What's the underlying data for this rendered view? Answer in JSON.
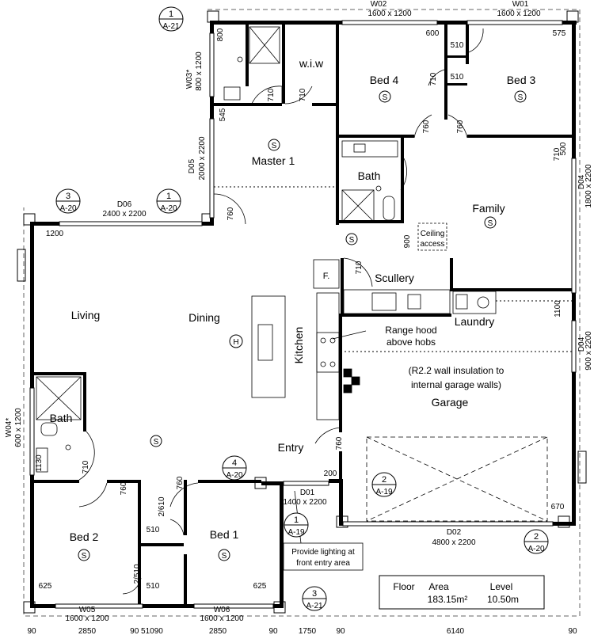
{
  "rooms": {
    "wiw": "w.i.w",
    "bed4": "Bed 4",
    "bed3": "Bed 3",
    "master": "Master 1",
    "bath_upper": "Bath",
    "family": "Family",
    "ceiling_access": [
      "Ceiling",
      "access"
    ],
    "fridge": "F.",
    "scullery": "Scullery",
    "living": "Living",
    "dining": "Dining",
    "kitchen": "Kitchen",
    "laundry": "Laundry",
    "garage": "Garage",
    "bath_lower": "Bath",
    "entry": "Entry",
    "bed2": "Bed 2",
    "bed1": "Bed 1"
  },
  "notes": {
    "range_hood": [
      "Range hood",
      "above hobs"
    ],
    "insulation": [
      "(R2.2 wall insulation to",
      "internal garage walls)"
    ],
    "lighting": [
      "Provide lighting at",
      "front entry area"
    ]
  },
  "openings": {
    "w02": [
      "W02",
      "1600 x 1200"
    ],
    "w01": [
      "W01",
      "1600 x 1200"
    ],
    "w03": [
      "W03*",
      "800 x 1200"
    ],
    "d05": [
      "D05",
      "2000 x 2200"
    ],
    "d06": [
      "D06",
      "2400 x 2200"
    ],
    "d04": [
      "D04",
      "1800 x 2200"
    ],
    "d04a": [
      "D04",
      "900 x 2200"
    ],
    "w04": [
      "W04*",
      "600 x 1200"
    ],
    "d01": [
      "D01",
      "1400 x 2200"
    ],
    "d02": [
      "D02",
      "4800 x 2200"
    ],
    "w05": [
      "W05",
      "1600 x 1200"
    ],
    "w06": [
      "W06",
      "1600 x 1200"
    ]
  },
  "dimensions": {
    "d800": "800",
    "d600": "600",
    "d510a": "510",
    "d575": "575",
    "d510b": "510",
    "d710a": "710",
    "d710b": "710",
    "d545": "545",
    "d760a": "760",
    "d760b": "760",
    "d710c": "710",
    "d500": "500",
    "d760c": "760",
    "d1200": "1200",
    "d900": "900",
    "d710d": "710",
    "d1100": "1100",
    "d760d": "760",
    "d710e": "710",
    "d760e": "760",
    "d760f": "760",
    "d200": "200",
    "d670": "670",
    "d2610": "2/610",
    "d510c": "510",
    "d2510": "2/510",
    "d510d": "510",
    "d625a": "625",
    "d625b": "625",
    "d1130": "1130"
  },
  "section_tags": [
    {
      "num": "1",
      "ref": "A-21"
    },
    {
      "num": "3",
      "ref": "A-20"
    },
    {
      "num": "1",
      "ref": "A-20"
    },
    {
      "num": "4",
      "ref": "A-20"
    },
    {
      "num": "2",
      "ref": "A-19"
    },
    {
      "num": "1",
      "ref": "A-19"
    },
    {
      "num": "2",
      "ref": "A-20"
    },
    {
      "num": "3",
      "ref": "A-21"
    }
  ],
  "symbols": {
    "smoke": "S",
    "heater": "H"
  },
  "bottom_dims": [
    "90",
    "2850",
    "90 51090",
    "2850",
    "90",
    "1750",
    "90",
    "6140",
    "90"
  ],
  "floor_table": {
    "col1": "Floor",
    "col2": "Area",
    "col3": "Level",
    "area": "183.15m²",
    "level": "10.50m"
  }
}
